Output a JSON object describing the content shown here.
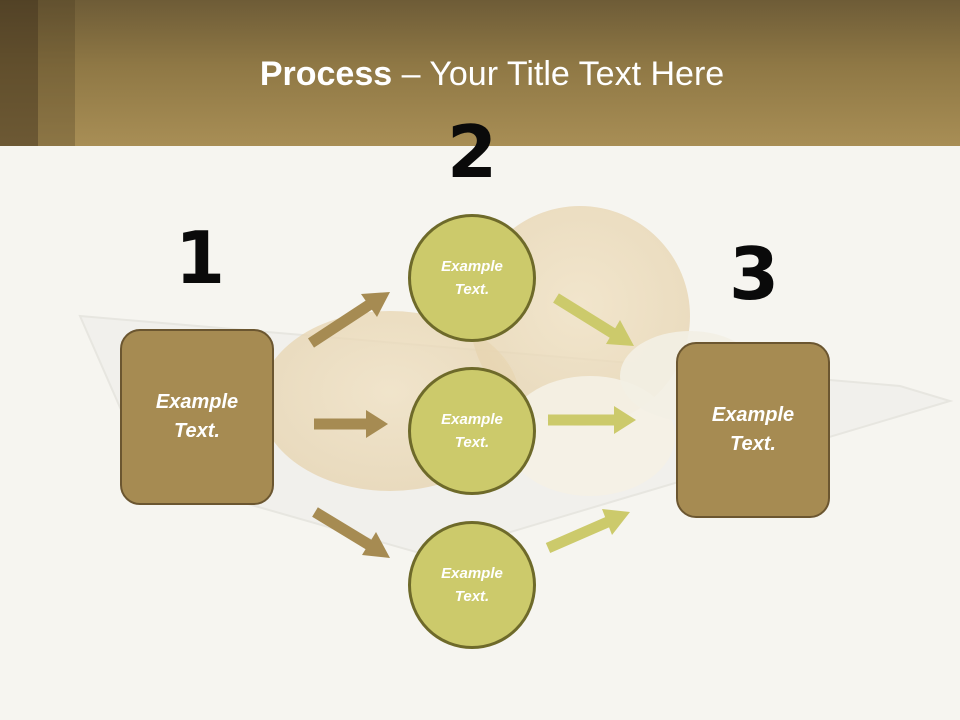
{
  "title": {
    "bold": "Process",
    "rest": " – Your Title Text Here"
  },
  "steps": [
    {
      "number": "1",
      "text_line1": "Example",
      "text_line2": "Text."
    },
    {
      "number": "2",
      "text_line1": "Example",
      "text_line2": "Text."
    },
    {
      "number": "3",
      "text_line1": "Example",
      "text_line2": "Text."
    }
  ],
  "circles": [
    {
      "text_line1": "Example",
      "text_line2": "Text."
    },
    {
      "text_line1": "Example",
      "text_line2": "Text."
    },
    {
      "text_line1": "Example",
      "text_line2": "Text."
    }
  ],
  "colors": {
    "header": "#a88e55",
    "box_fill": "#a68b52",
    "circle_fill": "#ccca6b",
    "arrow_brown": "#a68b52",
    "arrow_green": "#ccca6b"
  }
}
